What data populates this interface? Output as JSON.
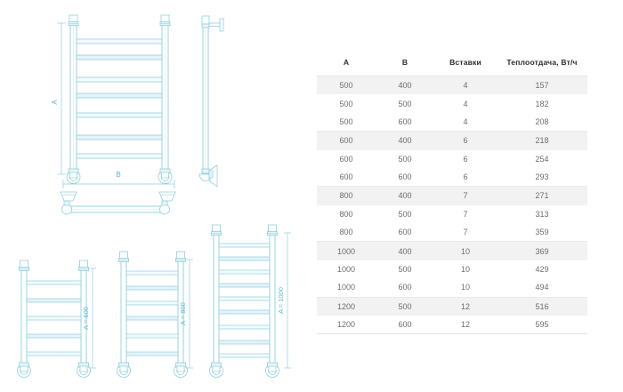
{
  "drawing": {
    "main_view": {
      "label_height": "A",
      "label_width": "B",
      "rungs": 7,
      "name": "heated-towel-rail-front-view"
    },
    "side_view": {
      "name": "heated-towel-rail-side-view"
    },
    "plan_view": {
      "label_width": "B",
      "name": "heated-towel-rail-plan-view"
    },
    "variants": [
      {
        "label": "A = 600",
        "rungs": 5
      },
      {
        "label": "A = 800",
        "rungs": 6
      },
      {
        "label": "A = 1000",
        "rungs": 9
      }
    ],
    "line_color": "#8ecfde",
    "fill_color": "#e8f4f8"
  },
  "table": {
    "headers": [
      "A",
      "B",
      "Вставки",
      "Теплоотдача, Вт/ч"
    ],
    "rows": [
      [
        "500",
        "400",
        "4",
        "157"
      ],
      [
        "500",
        "500",
        "4",
        "182"
      ],
      [
        "500",
        "600",
        "4",
        "208"
      ],
      [
        "600",
        "400",
        "6",
        "218"
      ],
      [
        "600",
        "500",
        "6",
        "254"
      ],
      [
        "600",
        "600",
        "6",
        "293"
      ],
      [
        "800",
        "400",
        "7",
        "271"
      ],
      [
        "800",
        "500",
        "7",
        "313"
      ],
      [
        "800",
        "600",
        "7",
        "359"
      ],
      [
        "1000",
        "400",
        "10",
        "369"
      ],
      [
        "1000",
        "500",
        "10",
        "429"
      ],
      [
        "1000",
        "600",
        "10",
        "494"
      ],
      [
        "1200",
        "500",
        "12",
        "516"
      ],
      [
        "1200",
        "600",
        "12",
        "595"
      ]
    ]
  }
}
